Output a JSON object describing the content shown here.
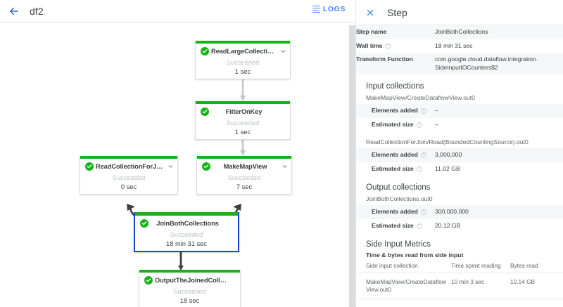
{
  "left_panel": {
    "back_icon": "back-arrow-icon",
    "job_title": "df2",
    "logs_label": "LOGS",
    "logs_icon": "logs-icon",
    "scrollbar": "vertical-scrollbar"
  },
  "graph": {
    "nodes": [
      {
        "id": "read-large-collection",
        "name": "ReadLargeCollectionFr…",
        "status": "Succeeded",
        "time": "1 sec",
        "selected": false,
        "status_icon": "check-circle-icon",
        "expand_icon": "chevron-down-icon"
      },
      {
        "id": "filter-on-key",
        "name": "FilterOnKey",
        "status": "Succeeded",
        "time": "1 sec",
        "selected": false,
        "status_icon": "check-circle-icon",
        "expand_icon": "chevron-down-icon"
      },
      {
        "id": "read-collection-for-join",
        "name": "ReadCollectionForJoin",
        "status": "Succeeded",
        "time": "0 sec",
        "selected": false,
        "status_icon": "check-circle-icon",
        "expand_icon": "chevron-down-icon"
      },
      {
        "id": "make-map-view",
        "name": "MakeMapView",
        "status": "Succeeded",
        "time": "7 sec",
        "selected": false,
        "status_icon": "check-circle-icon",
        "expand_icon": "chevron-down-icon"
      },
      {
        "id": "join-both-collections",
        "name": "JoinBothCollections",
        "status": "Succeeded",
        "time": "18 min 31 sec",
        "selected": true,
        "status_icon": "check-circle-icon",
        "expand_icon": ""
      },
      {
        "id": "output-the-joined",
        "name": "OutputTheJoinedCollec…",
        "status": "Succeeded",
        "time": "18 sec",
        "selected": false,
        "status_icon": "check-circle-icon",
        "expand_icon": ""
      }
    ],
    "colors": {
      "success": "#18b218",
      "selection": "#1a46d6",
      "edge": "#9aa0a6",
      "edge_dark": "#3c4043"
    }
  },
  "right_panel": {
    "close_icon": "close-icon",
    "title": "Step",
    "summary": [
      {
        "key": "Step name",
        "value": "JoinBothCollections",
        "help": false
      },
      {
        "key": "Wall time",
        "value": "18 min 31 sec",
        "help": true
      },
      {
        "key": "Transform Function",
        "value": "com.google.cloud.dataflow.integration. SideInputIOCounters$2",
        "help": false
      }
    ],
    "input_collections": {
      "title": "Input collections",
      "groups": [
        {
          "name": "MakeMapView/CreateDataflowView.out0",
          "rows": [
            {
              "key": "Elements added",
              "value": "–",
              "help": true
            },
            {
              "key": "Estimated size",
              "value": "–",
              "help": true
            }
          ]
        },
        {
          "name": "ReadCollectionForJoin/Read(BoundedCountingSource).out0",
          "rows": [
            {
              "key": "Elements added",
              "value": "3,000,000",
              "help": true
            },
            {
              "key": "Estimated size",
              "value": "11.02 GB",
              "help": true
            }
          ]
        }
      ]
    },
    "output_collections": {
      "title": "Output collections",
      "groups": [
        {
          "name": "JoinBothCollections.out0",
          "rows": [
            {
              "key": "Elements added",
              "value": "300,000,000",
              "help": true
            },
            {
              "key": "Estimated size",
              "value": "20.12 GB",
              "help": true
            }
          ]
        }
      ]
    },
    "side_input_metrics": {
      "title": "Side Input Metrics",
      "subtitle": "Time & bytes read from side input",
      "columns": [
        "Side input collection",
        "Time spent reading",
        "Bytes read"
      ],
      "rows": [
        {
          "collection": "MakeMapView/CreateDataflow View.out0",
          "time": "10 min 3 sec",
          "bytes": "10.14 GB"
        }
      ]
    }
  }
}
